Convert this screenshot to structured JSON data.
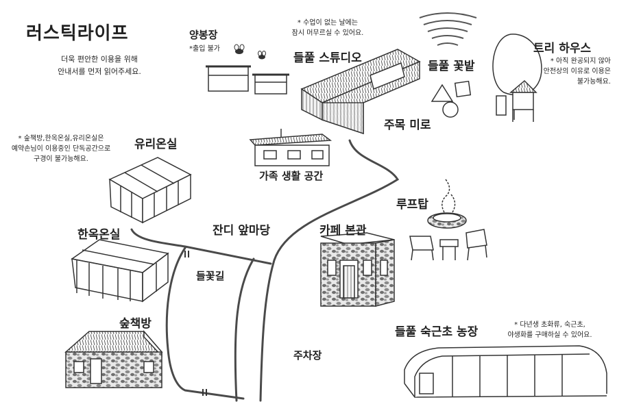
{
  "title": "러스틱라이프",
  "intro": [
    "더욱 편안한 이용을 위해",
    "안내서를 먼저 읽어주세요."
  ],
  "places": {
    "beehive": {
      "name": "양봉장",
      "note": "*출입 불가"
    },
    "studio": {
      "name": "들풀 스튜디오",
      "note": [
        "* 수업이 없는 날에는",
        "잠시 머무르실 수 있어요."
      ]
    },
    "flower_garden": {
      "name": "들풀 꽃밭"
    },
    "tree_house": {
      "name": "트리 하우스",
      "note": [
        "* 아직 완공되지 않아",
        "안전상의 이유로 이용은",
        "불가능해요."
      ]
    },
    "sculpture_maze": {
      "name": "주목 미로"
    },
    "glass_greenhouse": {
      "name": "유리온실",
      "note": [
        "* 숲책방,한옥온실,유리온실은",
        "예약손님이 이용중인 단독공간으로",
        "구경이 불가능해요."
      ]
    },
    "family_space": {
      "name": "가족 생활 공간"
    },
    "lawn_yard": {
      "name": "잔디 앞마당"
    },
    "hanok_greenhouse": {
      "name": "한옥온실"
    },
    "flower_path": {
      "name": "들꽃길"
    },
    "rooftop": {
      "name": "루프탑"
    },
    "cafe": {
      "name": "카페 본관"
    },
    "forest_bookstore": {
      "name": "숲책방"
    },
    "parking": {
      "name": "주차장"
    },
    "farm": {
      "name": "들풀 숙근초 농장",
      "note": [
        "* 다년생 초화류, 숙근초,",
        "야생화를 구매하실 수 있어요."
      ]
    }
  }
}
